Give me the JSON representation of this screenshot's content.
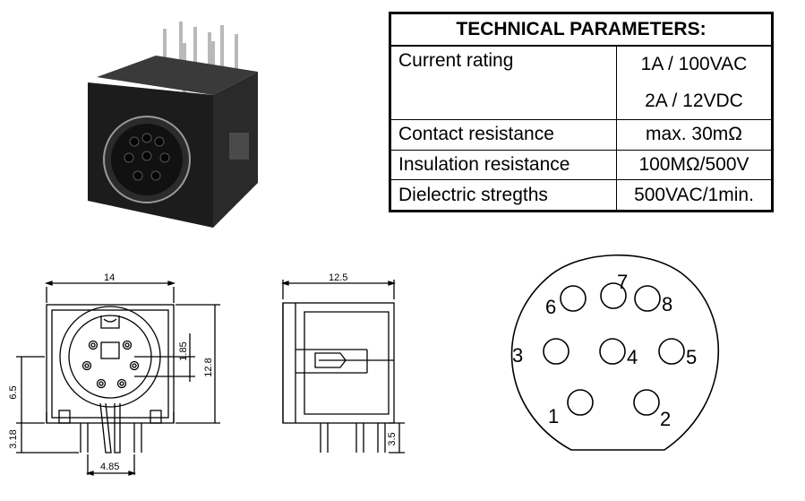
{
  "table": {
    "title": "TECHNICAL PARAMETERS:",
    "rows": [
      {
        "name": "Current rating",
        "values": [
          "1A / 100VAC",
          "2A / 12VDC"
        ]
      },
      {
        "name": "Contact resistance",
        "values": [
          "max. 30mΩ"
        ]
      },
      {
        "name": "Insulation resistance",
        "values": [
          "100MΩ/500V"
        ]
      },
      {
        "name": "Dielectric stregths",
        "values": [
          "500VAC/1min."
        ]
      }
    ]
  },
  "front_view": {
    "dim_width": "14",
    "dim_height": "12.8",
    "dim_pin_offset": "1.85",
    "dim_body_height": "6.5",
    "dim_pin_length": "3.18",
    "dim_pin_spacing": "4.85"
  },
  "side_view": {
    "dim_depth": "12.5",
    "dim_pin_length": "3.5"
  },
  "pinout": {
    "pins": [
      "1",
      "2",
      "3",
      "4",
      "5",
      "6",
      "7",
      "8"
    ]
  },
  "colors": {
    "line": "#000000",
    "body": "#1c1c1c",
    "background": "#ffffff"
  }
}
